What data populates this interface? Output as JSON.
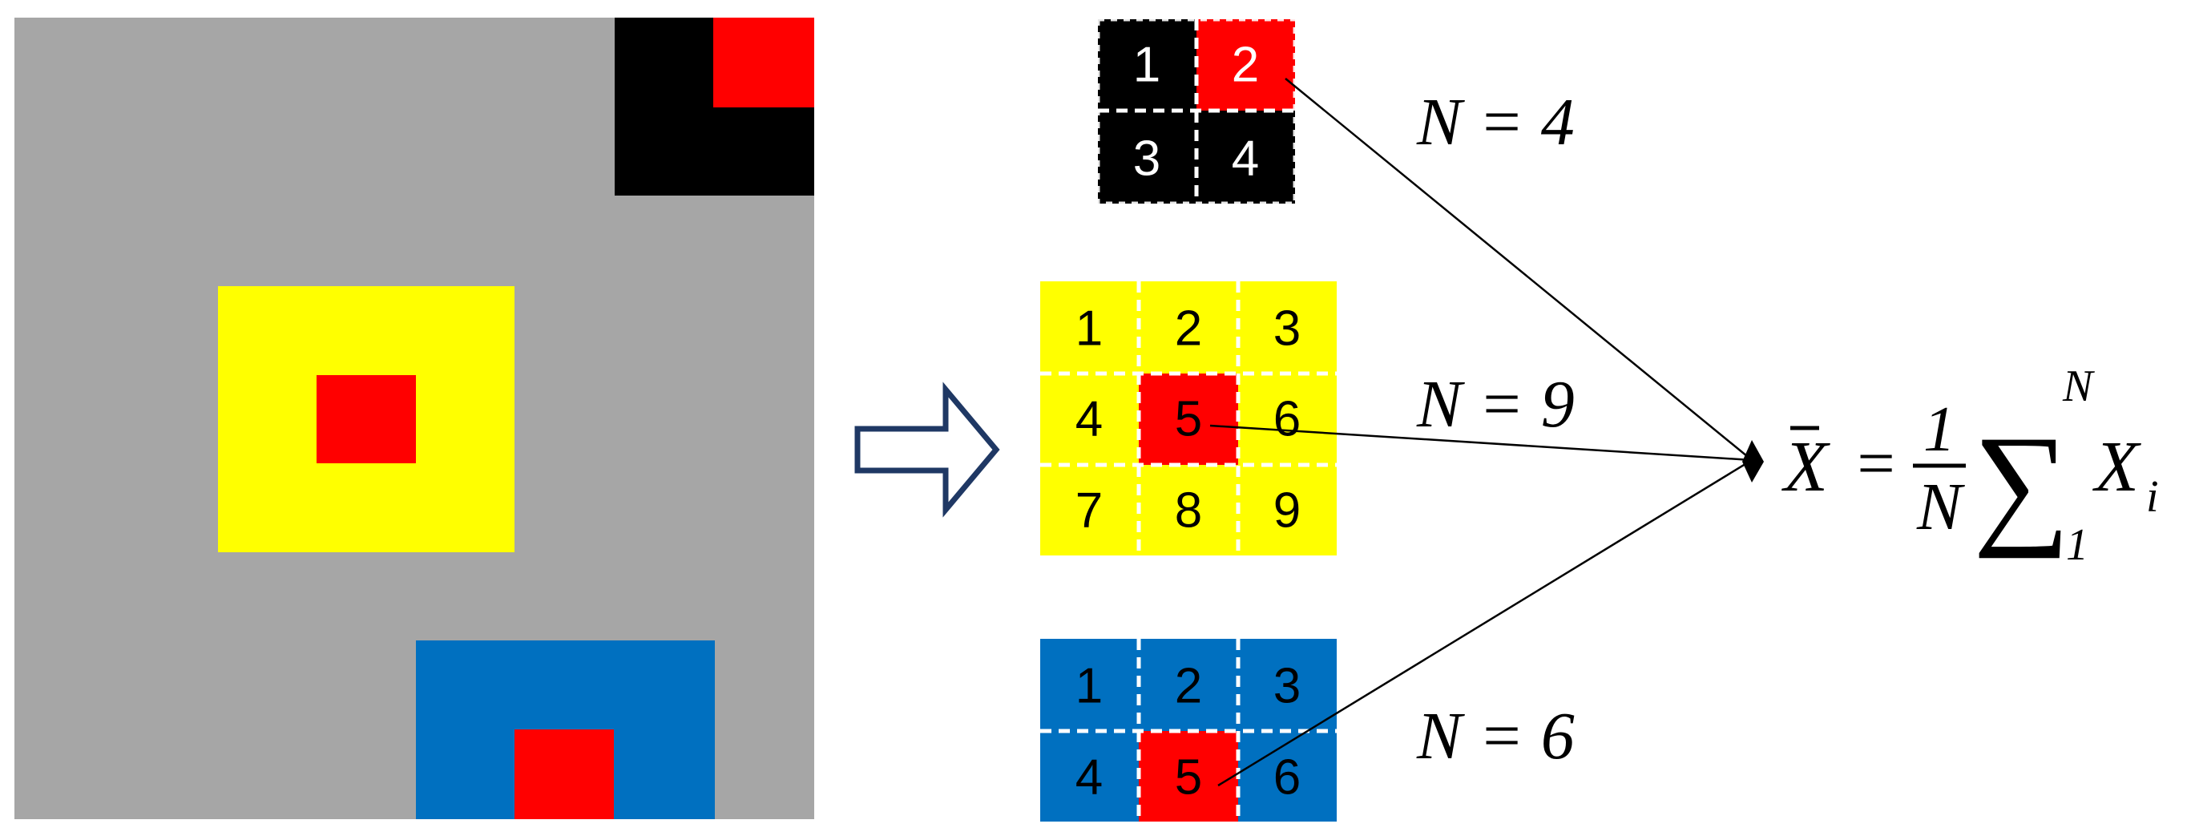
{
  "colors": {
    "background_gray": "#a6a6a6",
    "black": "#000000",
    "red": "#ff0000",
    "yellow": "#ffff00",
    "blue": "#0070c0",
    "arrow_outline": "#1f3864",
    "line": "#000000"
  },
  "grids": {
    "black": {
      "cells": [
        "1",
        "2",
        "3",
        "4"
      ],
      "highlight_index": 1,
      "n_label": "N = 4"
    },
    "yellow": {
      "cells": [
        "1",
        "2",
        "3",
        "4",
        "5",
        "6",
        "7",
        "8",
        "9"
      ],
      "highlight_index": 4,
      "n_label": "N = 9"
    },
    "blue": {
      "cells": [
        "1",
        "2",
        "3",
        "4",
        "5",
        "6"
      ],
      "highlight_index": 4,
      "n_label": "N = 6"
    }
  },
  "formula": {
    "lhs": "X",
    "equals": "=",
    "numerator": "1",
    "denominator": "N",
    "sigma": "∑",
    "upper": "N",
    "lower": "1",
    "term": "X",
    "subscript": "i"
  }
}
